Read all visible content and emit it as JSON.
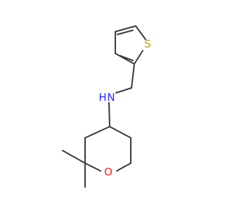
{
  "molecule": {
    "atoms": {
      "sulfur": {
        "symbol": "S",
        "color": "#c8a000"
      },
      "nitrogen": {
        "symbol": "N",
        "color": "#2a2aff"
      },
      "hydrogen": {
        "symbol": "H",
        "color": "#2a2aff"
      },
      "oxygen": {
        "symbol": "O",
        "color": "#ff2020"
      }
    },
    "bond_color": "#3a3a3a"
  }
}
